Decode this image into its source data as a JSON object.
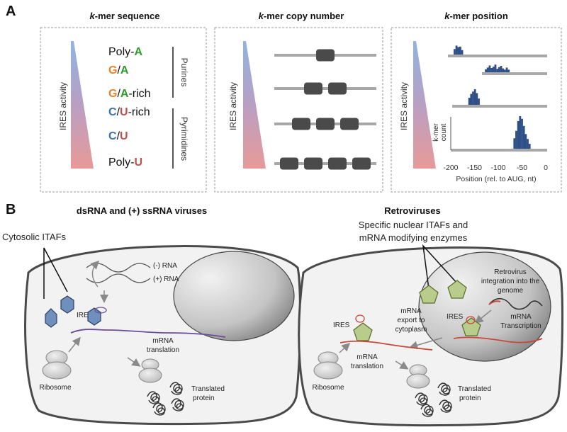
{
  "panel_a": {
    "letter": "A",
    "seq_title_k": "k",
    "seq_title_rest": "-mer sequence",
    "copy_title_k": "k",
    "copy_title_rest": "-mer copy number",
    "pos_title_k": "k",
    "pos_title_rest": "-mer position",
    "ires_activity": "IRES activity",
    "kmers": [
      {
        "pre": "Poly-",
        "pre_color": "#111111",
        "b1": "",
        "b1_color": "#111111",
        "b2": "A",
        "b2_color": "#2e9a2e",
        "post": ""
      },
      {
        "pre": "",
        "pre_color": "#111111",
        "b1": "G",
        "b1_color": "#e8832a",
        "b2": "A",
        "b2_color": "#2e9a2e",
        "sep": "/",
        "post": ""
      },
      {
        "pre": "",
        "pre_color": "#111111",
        "b1": "G",
        "b1_color": "#e8832a",
        "b2": "A",
        "b2_color": "#2e9a2e",
        "sep": "/",
        "post": "-rich"
      },
      {
        "pre": "",
        "pre_color": "#111111",
        "b1": "C",
        "b1_color": "#3a6fb0",
        "b2": "U",
        "b2_color": "#c0504d",
        "sep": "/",
        "post": "-rich"
      },
      {
        "pre": "",
        "pre_color": "#111111",
        "b1": "C",
        "b1_color": "#3a6fb0",
        "b2": "U",
        "b2_color": "#c0504d",
        "sep": "/",
        "post": ""
      },
      {
        "pre": "Poly-",
        "pre_color": "#111111",
        "b1": "",
        "b1_color": "#111111",
        "b2": "U",
        "b2_color": "#c0504d",
        "post": ""
      }
    ],
    "group_purines": "Purines",
    "group_pyrimidines": "Pyrimidines",
    "copy_numbers": [
      1,
      2,
      3,
      4
    ],
    "kmer_count_label_1": "k-mer",
    "kmer_count_label_2": "count",
    "x_axis_label": "Position (rel. to AUG, nt)",
    "x_ticks": [
      "-200",
      "-150",
      "-100",
      "-50",
      "0"
    ]
  },
  "chart_data": {
    "type": "bar",
    "xlabel": "Position (rel. to AUG, nt)",
    "ylabel": "k-mer count",
    "xlim": [
      -200,
      0
    ],
    "x_ticks": [
      -200,
      -150,
      -100,
      -50,
      0
    ],
    "bar_color": "#2f4f86",
    "series": [
      {
        "x": [
          -192,
          -188,
          -184,
          -180,
          -176
        ],
        "values": [
          0.55,
          0.9,
          0.75,
          0.8,
          0.45
        ]
      },
      {
        "x": [
          -126,
          -122,
          -118,
          -114,
          -110,
          -106,
          -102,
          -98,
          -94,
          -90,
          -86,
          -82,
          -78
        ],
        "values": [
          0.35,
          0.55,
          0.8,
          0.5,
          0.65,
          0.9,
          0.4,
          0.6,
          0.75,
          0.45,
          0.3,
          0.55,
          0.3
        ]
      },
      {
        "x": [
          -161,
          -157,
          -153,
          -149,
          -145,
          -141
        ],
        "values": [
          0.45,
          0.7,
          0.85,
          1.0,
          0.75,
          0.4
        ]
      },
      {
        "x": [
          -66,
          -62,
          -58,
          -54,
          -50,
          -46,
          -42,
          -38,
          -34
        ],
        "values": [
          0.32,
          0.55,
          0.85,
          1.0,
          0.92,
          0.7,
          0.45,
          0.3,
          0.15
        ]
      }
    ]
  },
  "panel_b": {
    "letter": "B",
    "left_title": "dsRNA and (+) ssRNA viruses",
    "right_title": "Retroviruses",
    "cytosolic_itafs": "Cytosolic ITAFs",
    "nuclear_itafs_1": "Specific nuclear ITAFs and",
    "nuclear_itafs_2": "mRNA modifying enzymes",
    "minus_rna": "(-) RNA",
    "plus_rna": "(+) RNA",
    "ires": "IRES",
    "mrna": "mRNA",
    "translation": "translation",
    "ribosome": "Ribosome",
    "translated": "Translated",
    "protein": "protein",
    "retro_1": "Retrovirus",
    "retro_2": "integration into the",
    "retro_3": "genome",
    "transcription": "Transcription",
    "export_1": "mRNA",
    "export_2": "export to",
    "export_3": "cytoplasm"
  },
  "colors": {
    "blue_base": "#3a6fb0",
    "red_base": "#c0504d",
    "green_base": "#2e9a2e",
    "orange_base": "#e8832a",
    "hexagon": "#6f8fbd",
    "pentagon": "#b9cc8c",
    "purple_mrna": "#6b4d9a",
    "red_mrna": "#c9483e",
    "block": "#4a4a4a",
    "line_gray": "#a8a8a8"
  }
}
